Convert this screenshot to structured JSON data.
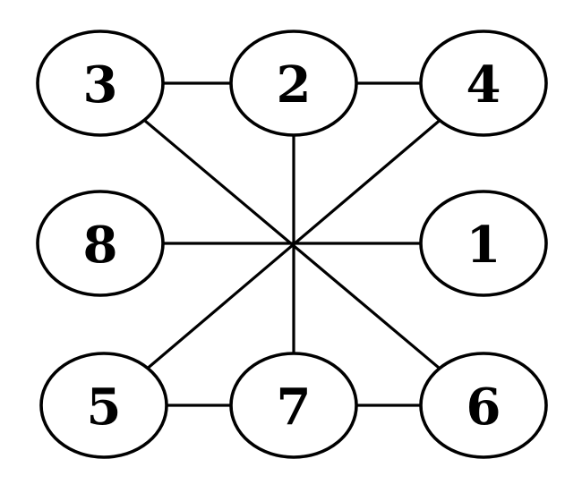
{
  "diagram": {
    "nodes": [
      {
        "id": "n3",
        "label": "3"
      },
      {
        "id": "n2",
        "label": "2"
      },
      {
        "id": "n4",
        "label": "4"
      },
      {
        "id": "n8",
        "label": "8"
      },
      {
        "id": "n1",
        "label": "1"
      },
      {
        "id": "n5",
        "label": "5"
      },
      {
        "id": "n7",
        "label": "7"
      },
      {
        "id": "n6",
        "label": "6"
      }
    ],
    "edges": [
      {
        "from": "n3",
        "to": "n2"
      },
      {
        "from": "n2",
        "to": "n4"
      },
      {
        "from": "n5",
        "to": "n7"
      },
      {
        "from": "n7",
        "to": "n6"
      },
      {
        "from": "n3",
        "to": "n6"
      },
      {
        "from": "n4",
        "to": "n5"
      },
      {
        "from": "n2",
        "to": "n7"
      },
      {
        "from": "n8",
        "to": "n1"
      }
    ],
    "colors": {
      "stroke": "#000000",
      "fill": "#ffffff"
    }
  }
}
